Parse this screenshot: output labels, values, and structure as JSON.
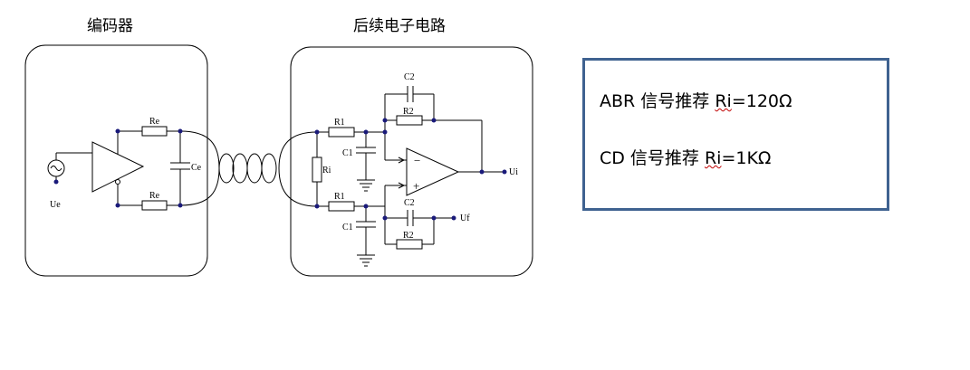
{
  "titles": {
    "encoder": "编码器",
    "circuit": "后续电子电路"
  },
  "labels": {
    "re_top": "Re",
    "re_bot": "Re",
    "ce": "Ce",
    "ue": "Ue",
    "ri": "Ri",
    "r1_top": "R1",
    "r1_bot": "R1",
    "c1_top": "C1",
    "c1_bot": "C1",
    "c2_top": "C2",
    "r2_top": "R2",
    "c2_bot": "C2",
    "r2_bot": "R2",
    "ui": "Ui",
    "uf": "Uf",
    "minus": "−",
    "plus": "+"
  },
  "note": {
    "line1_pre": "ABR 信号推荐 ",
    "line1_ul": "Ri",
    "line1_post": "=120Ω",
    "line2_pre": "CD 信号推荐 ",
    "line2_ul": "Ri",
    "line2_post": "=1KΩ"
  }
}
